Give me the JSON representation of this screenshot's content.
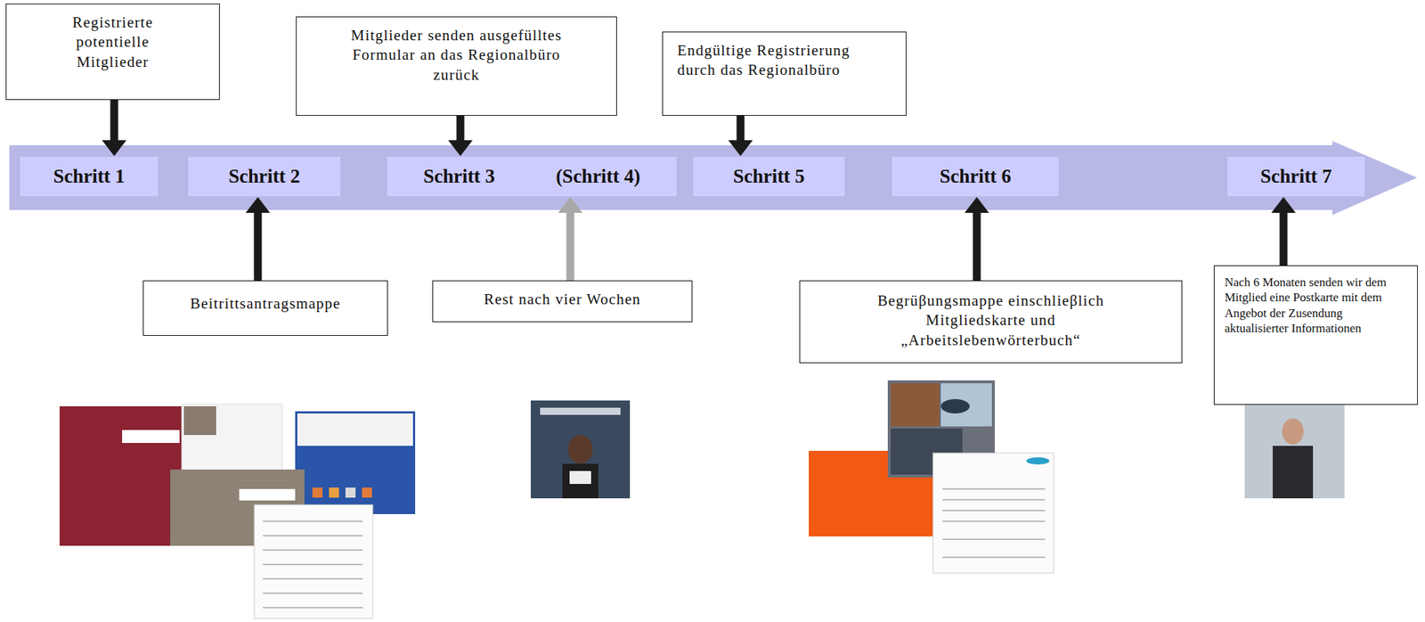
{
  "diagram": {
    "nodes": [
      {
        "text": [
          "Registrierte potentielle Mitglieder"
        ]
      },
      {
        "text": [
          "Mitglieder senden ausgefülltes Formular an das Regionalbüro zurück"
        ]
      },
      {
        "text": [
          "Endgültige Registrierung durch das Regionalbüro"
        ]
      },
      {
        "text": [
          "Schritt 1"
        ]
      },
      {
        "text": [
          "Schritt 2"
        ]
      },
      {
        "text": [
          "Schritt 3",
          "(Schritt 4)"
        ]
      },
      {
        "text": [
          "Schritt 5"
        ]
      },
      {
        "text": [
          "Schritt 6"
        ]
      },
      {
        "text": [
          "Schritt 7"
        ]
      },
      {
        "text": [
          "Beitrittsantragsmappe"
        ]
      },
      {
        "text": [
          "Rest nach vier Wochen"
        ]
      },
      {
        "text": [
          "Begrüβungsmappe einschlieβlich Mitgliedskarte und „Arbeitslebenwörterbuch“"
        ]
      },
      {
        "text": [
          "Nach 6 Monaten senden wir dem Mitglied eine Postkarte mit dem Angebot der Zusendung aktualisierter Informationen"
        ]
      }
    ],
    "edges": [
      {
        "from": 0,
        "to": 3,
        "arrow": "to"
      },
      {
        "from": 1,
        "to": 5,
        "arrow": "to"
      },
      {
        "from": 2,
        "to": 6,
        "arrow": "to"
      },
      {
        "from": 9,
        "to": 4,
        "arrow": "to"
      },
      {
        "from": 10,
        "to": 5,
        "arrow": "to"
      },
      {
        "from": 11,
        "to": 7,
        "arrow": "to"
      },
      {
        "from": 12,
        "to": 8,
        "arrow": "to"
      }
    ]
  }
}
